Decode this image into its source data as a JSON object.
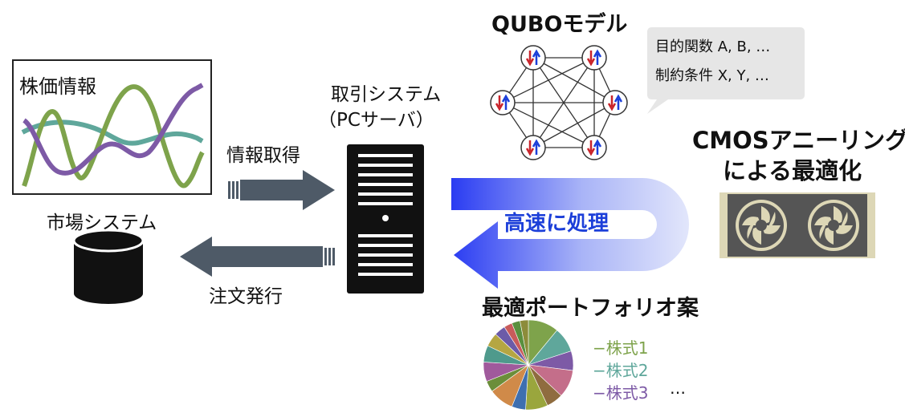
{
  "stock_panel": {
    "title": "株価情報"
  },
  "labels": {
    "info_acquire": "情報取得",
    "order_issue": "注文発行",
    "market_system": "市場システム",
    "trading_system_line1": "取引システム",
    "trading_system_line2": "（PCサーバ）",
    "high_speed": "高速に処理"
  },
  "qubo": {
    "title": "QUBOモデル",
    "bubble_line1": "目的関数 A, B, …",
    "bubble_line2": "制約条件 X, Y, …"
  },
  "cmos": {
    "line1": "CMOSアニーリング",
    "line2": "による最適化"
  },
  "portfolio": {
    "title": "最適ポートフォリオ案",
    "legend": [
      {
        "label": "−株式1",
        "color": "#7ea34b"
      },
      {
        "label": "−株式2",
        "color": "#5fa79b"
      },
      {
        "label": "−株式3",
        "color": "#7d5aa6"
      }
    ],
    "ellipsis": "…"
  },
  "colors": {
    "arrow": "#4e5a67",
    "accent_blue": "#1c3fd9",
    "series_green": "#7ea34b",
    "series_teal": "#5fa79b",
    "series_purple": "#7d5aa6"
  }
}
